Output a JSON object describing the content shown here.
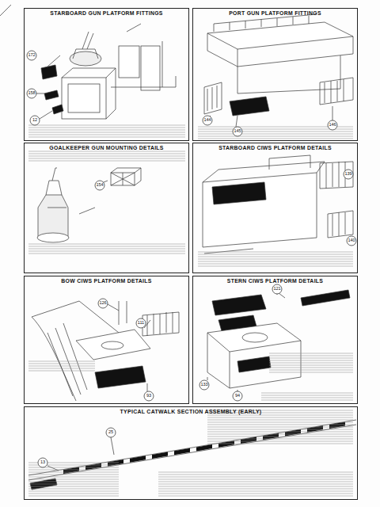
{
  "diagram": {
    "nodes": [
      {
        "text": [
          "STARBOARD GUN PLATFORM FITTINGS"
        ]
      },
      {
        "text": [
          "PORT GUN PLATFORM FITTINGS"
        ]
      },
      {
        "text": [
          "GOALKEEPER GUN MOUNTING DETAILS"
        ]
      },
      {
        "text": [
          "STARBOARD CIWS PLATFORM DETAILS"
        ]
      },
      {
        "text": [
          "BOW CIWS PLATFORM DETAILS"
        ]
      },
      {
        "text": [
          "STERN CIWS PLATFORM DETAILS"
        ]
      },
      {
        "text": [
          "TYPICAL CATWALK SECTION ASSEMBLY (EARLY)"
        ]
      }
    ],
    "edges": [],
    "labels": [
      "172",
      "158",
      "12",
      "144",
      "145",
      "146",
      "154",
      "139",
      "140",
      "126",
      "111",
      "93",
      "121",
      "133",
      "94",
      "25",
      "13"
    ]
  }
}
